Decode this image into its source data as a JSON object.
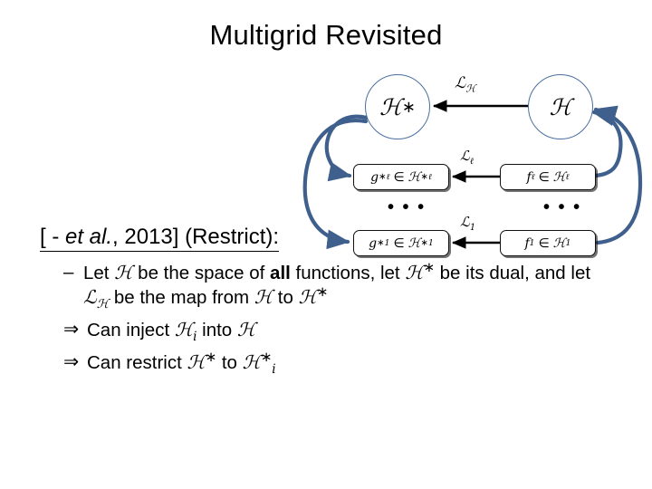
{
  "slide": {
    "title": "Multigrid Revisited"
  },
  "diagram": {
    "nodes": {
      "h_star_circle": "H*",
      "h_circle": "H",
      "g_l_box": "g*_l ∈ H*_l",
      "f_l_box": "f_l ∈ H_l",
      "g_1_box": "g*_1 ∈ H*_1",
      "f_1_box": "f_1 ∈ H_1"
    },
    "edge_labels": {
      "l_h": "L_H",
      "l_l": "L_l",
      "l_1": "L_1"
    },
    "ellipsis": "• • •",
    "colors": {
      "curve_blue": "#3f608c",
      "circle_outline": "#4a6fa0",
      "straight_arrow": "#000000",
      "box_outline": "#111111"
    }
  },
  "body": {
    "citation_heading": {
      "open_bracket": "[ - ",
      "et_al": "et al.",
      "rest": ", 2013] (Restrict):"
    },
    "bullets": [
      {
        "marker": "–",
        "segments": [
          "Let ",
          "H",
          " be the space of ",
          "all",
          " functions, let ",
          "H*",
          " be its dual, and let ",
          "L_H",
          " be the map from ",
          "H",
          " to ",
          "H*"
        ]
      },
      {
        "marker": "⇒",
        "text": "Can inject H_i into H"
      },
      {
        "marker": "⇒",
        "text": "Can restrict H* to H*_i"
      }
    ]
  }
}
